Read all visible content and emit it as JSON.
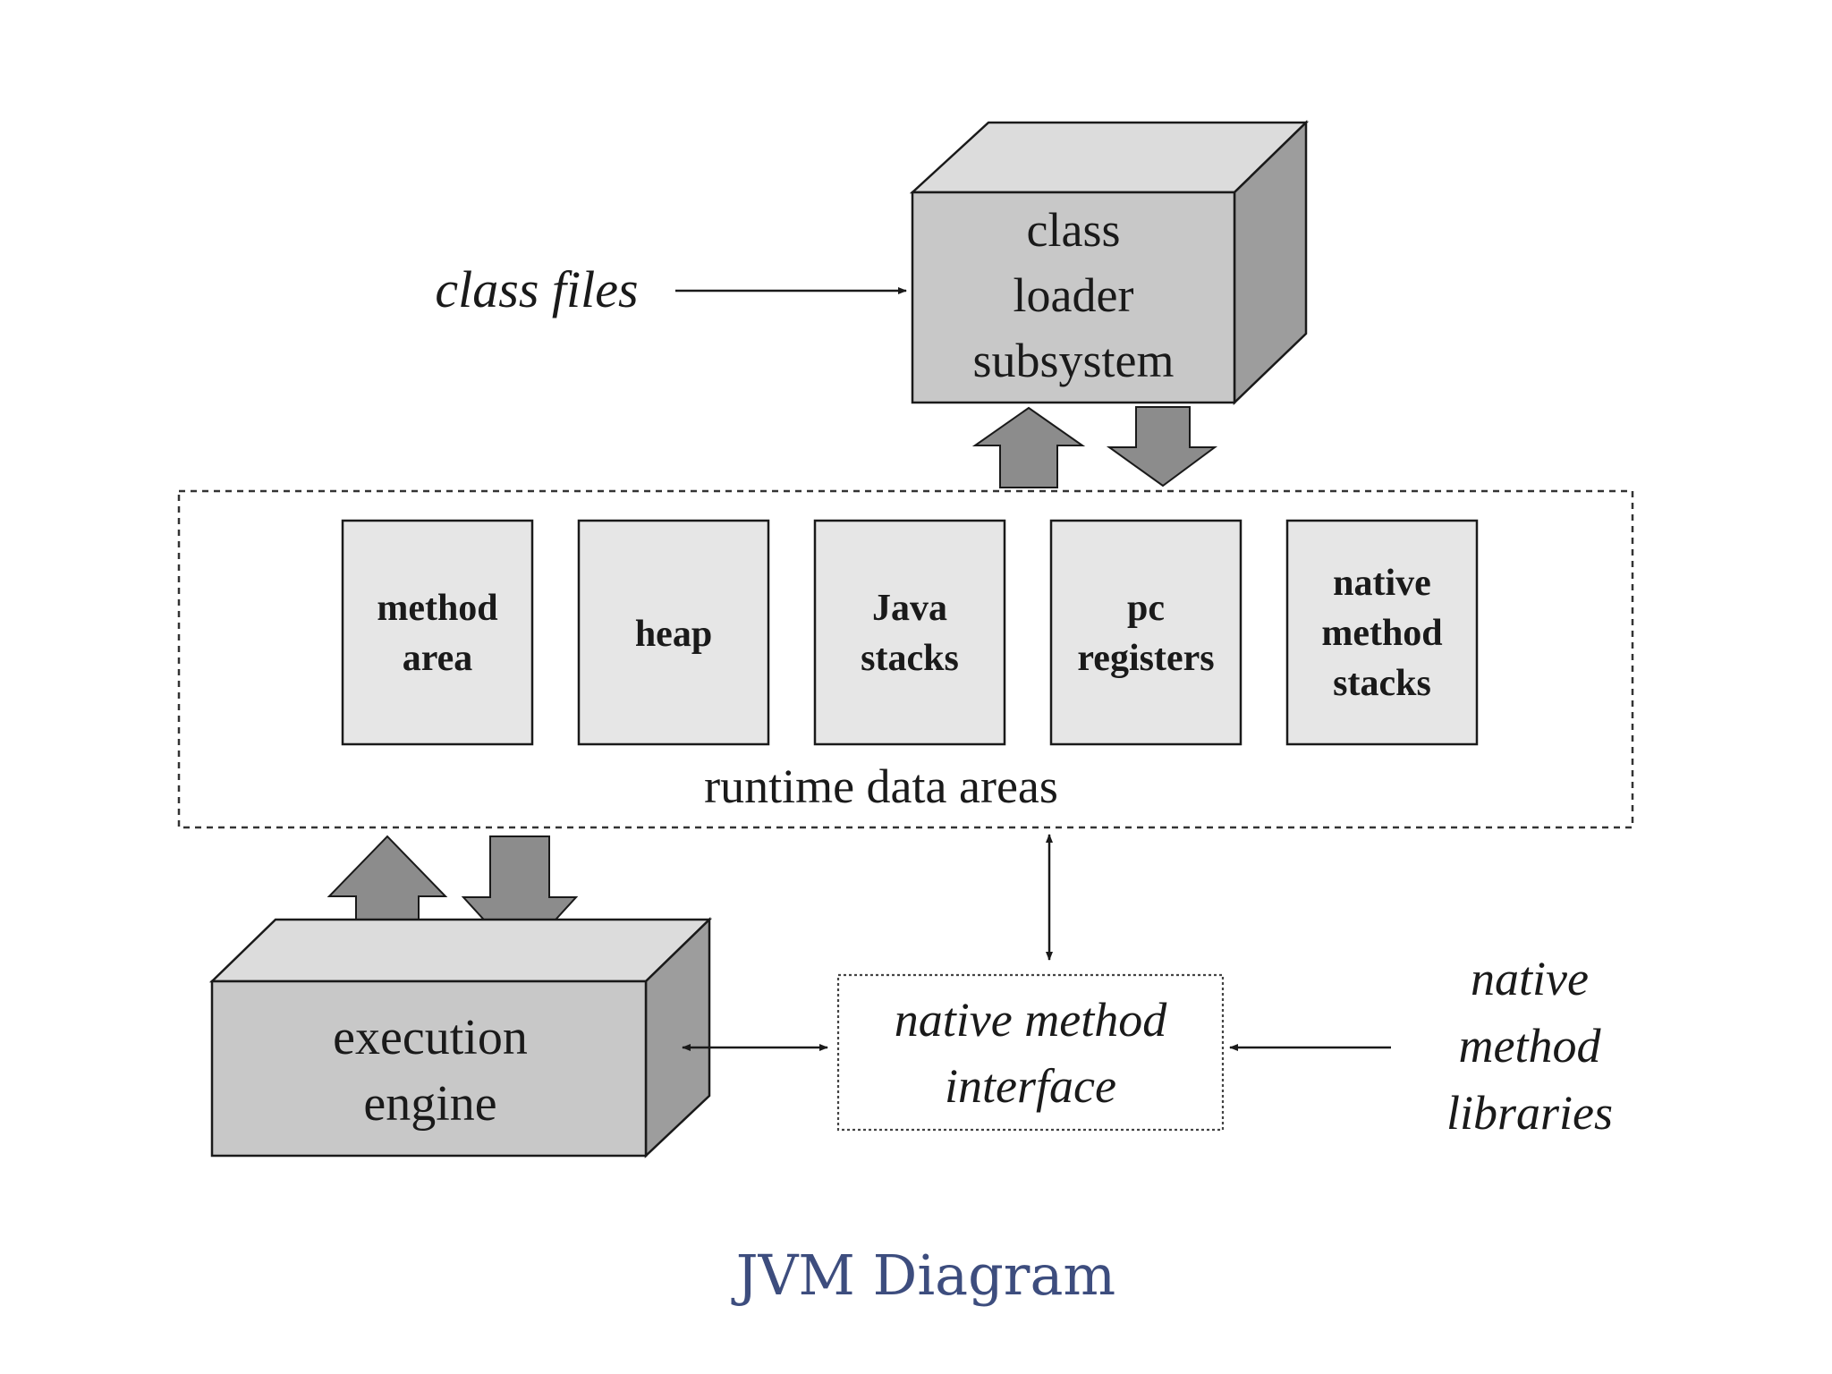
{
  "diagram": {
    "class_files_label": "class files",
    "class_loader": {
      "line1": "class",
      "line2": "loader",
      "line3": "subsystem"
    },
    "runtime_data_areas": {
      "label": "runtime data areas",
      "method_area": {
        "line1": "method",
        "line2": "area"
      },
      "heap": {
        "line1": "heap"
      },
      "java_stacks": {
        "line1": "Java",
        "line2": "stacks"
      },
      "pc_registers": {
        "line1": "pc",
        "line2": "registers"
      },
      "native_method_stacks": {
        "line1": "native",
        "line2": "method",
        "line3": "stacks"
      }
    },
    "execution_engine": {
      "line1": "execution",
      "line2": "engine"
    },
    "native_method_interface": {
      "line1": "native method",
      "line2": "interface"
    },
    "native_method_libraries": {
      "line1": "native",
      "line2": "method",
      "line3": "libraries"
    },
    "caption": "JVM Diagram",
    "colors": {
      "box_front": "#c8c8c8",
      "box_top": "#dcdcdc",
      "box_side": "#9d9d9d",
      "area_box": "#e6e6e6",
      "fat_arrow": "#8c8c8c",
      "line": "#1a1a1a",
      "caption": "#3d4d7e"
    }
  }
}
